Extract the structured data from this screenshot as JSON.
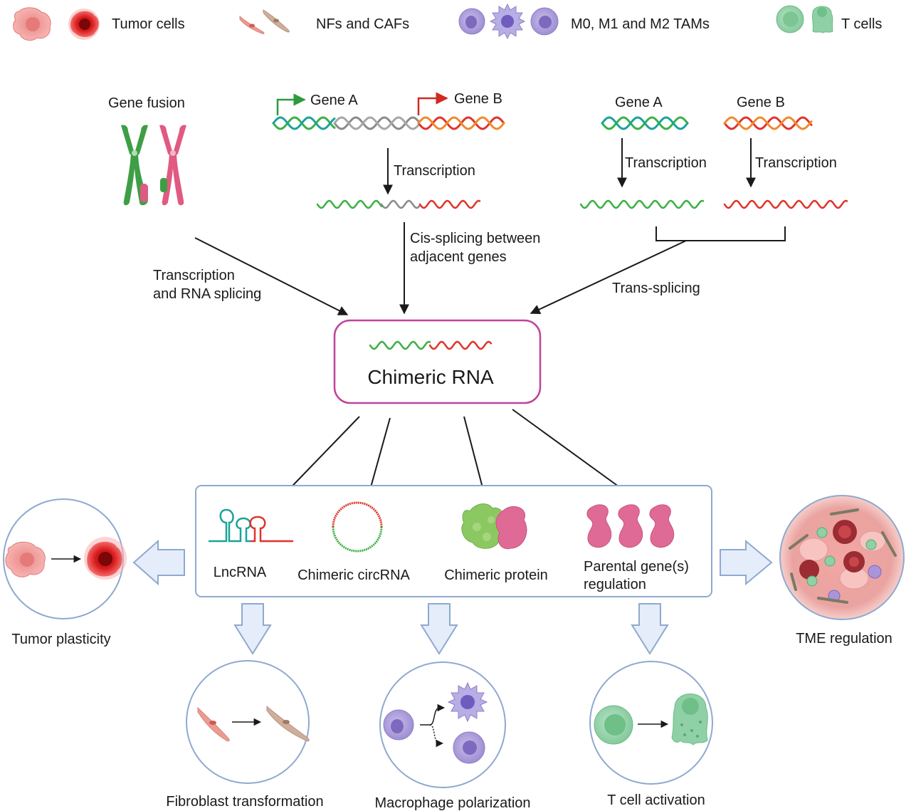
{
  "legend": {
    "tumor_cells": "Tumor cells",
    "fibroblasts": "NFs and CAFs",
    "tams": "M0, M1 and M2 TAMs",
    "t_cells": "T cells"
  },
  "sources": {
    "gene_fusion": "Gene fusion",
    "gene_a": "Gene A",
    "gene_b": "Gene B",
    "transcription": "Transcription",
    "path_fusion_line1": "Transcription",
    "path_fusion_line2": "and RNA splicing",
    "path_cis_line1": "Cis-splicing between",
    "path_cis_line2": "adjacent genes",
    "path_trans": "Trans-splicing"
  },
  "center": {
    "title": "Chimeric RNA"
  },
  "products": {
    "lncrna": "LncRNA",
    "circrna": "Chimeric circRNA",
    "protein": "Chimeric protein",
    "parental_line1": "Parental gene(s)",
    "parental_line2": "regulation"
  },
  "outcomes": {
    "tumor_plasticity": "Tumor plasticity",
    "tme_regulation": "TME regulation",
    "fibroblast": "Fibroblast transformation",
    "macrophage": "Macrophage polarization",
    "t_cell": "T cell activation"
  },
  "colors": {
    "green": "#3cb043",
    "red": "#e0342c",
    "grey": "#8a8a8a",
    "teal": "#1aa39a",
    "magenta": "#c0439a",
    "panel_border": "#8fa9cf",
    "block_arrow_fill": "#e4edf9",
    "tumor_light": "#f0a0a0",
    "tumor_dark": "#d8181c",
    "fibroblast": "#e79a92",
    "fibroblast_tan": "#c9a897",
    "macrophage": "#a995d8",
    "t_cell": "#8fd0a6"
  }
}
